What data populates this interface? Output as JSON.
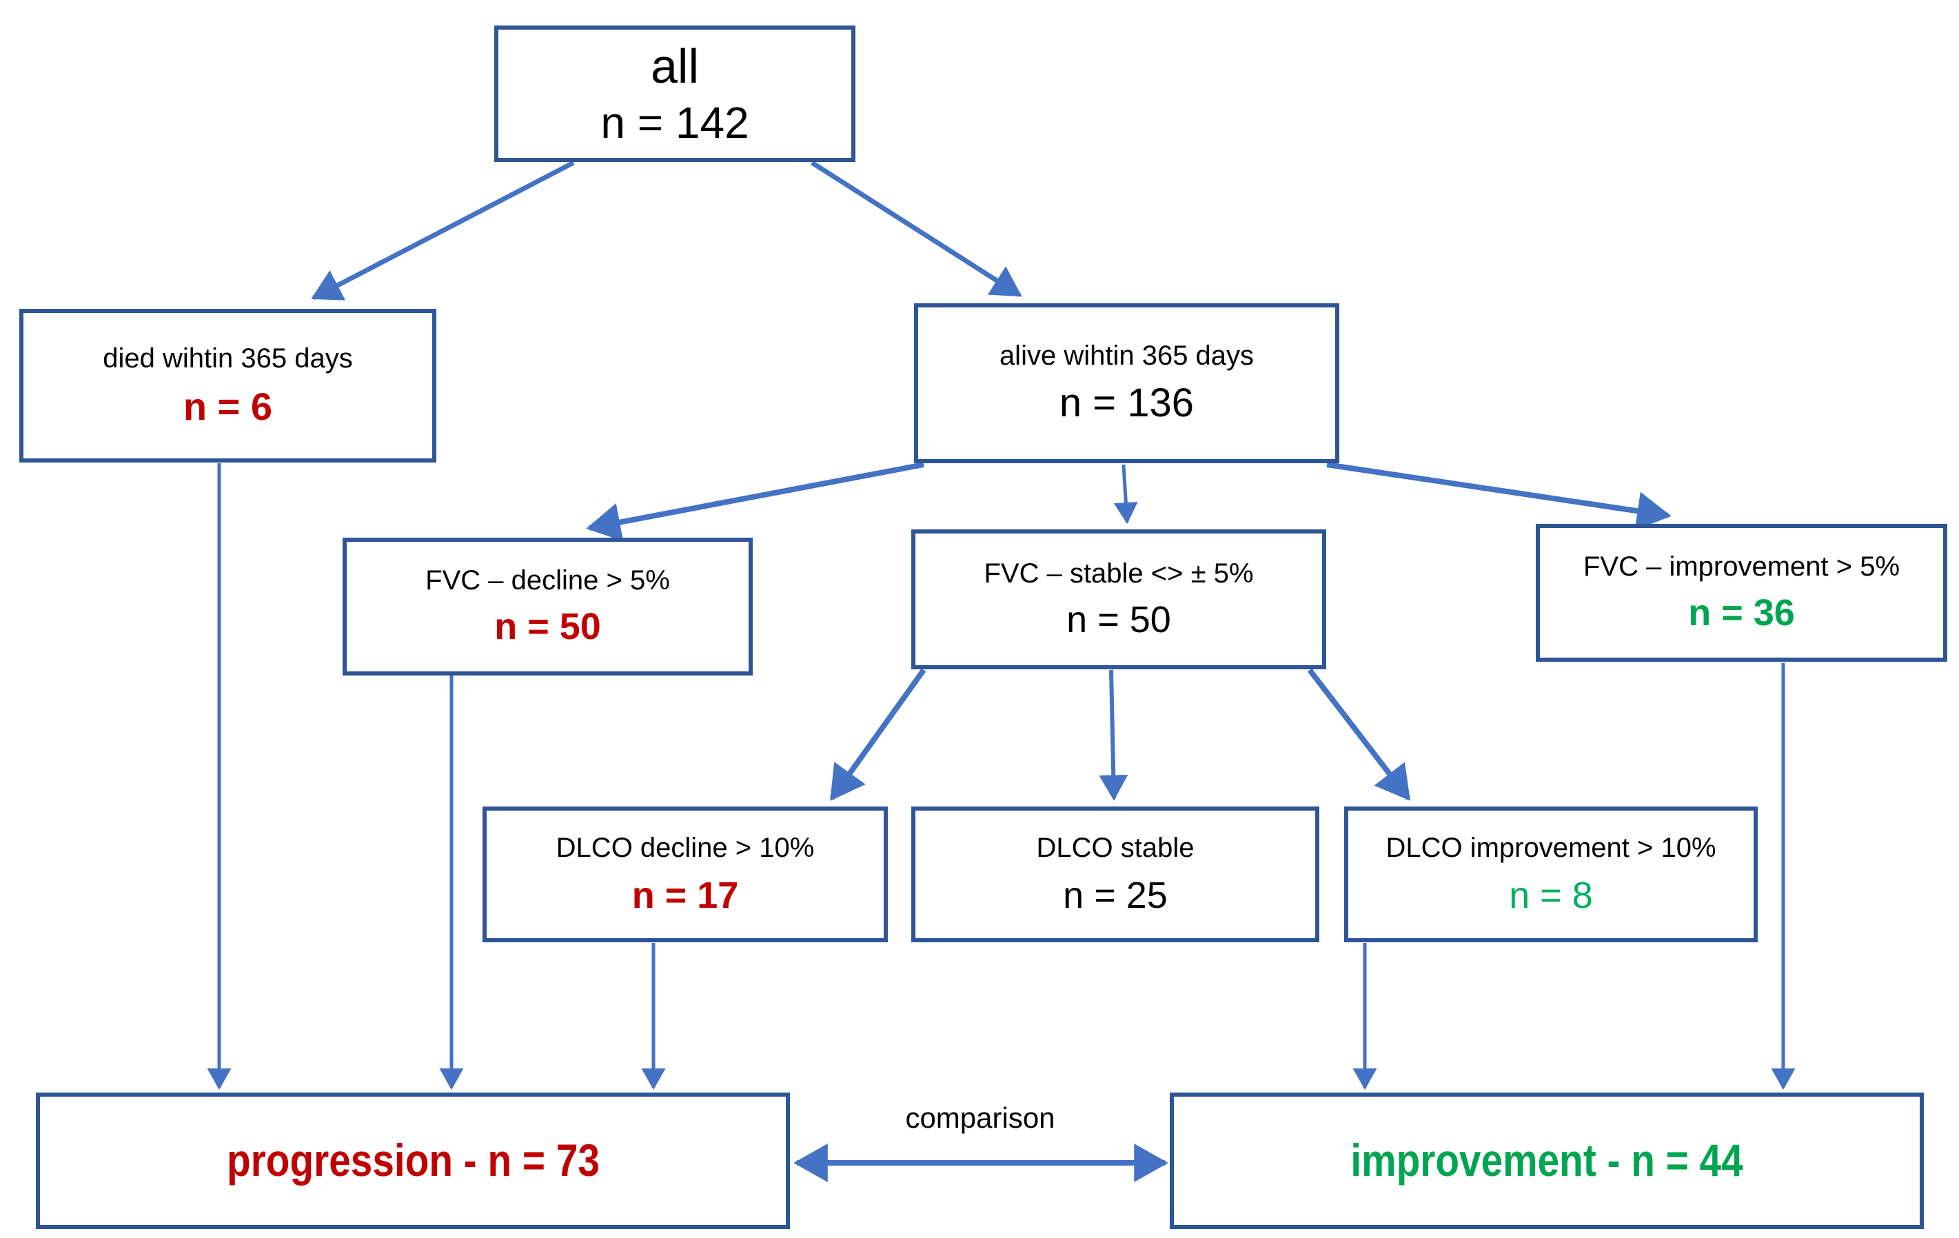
{
  "diagram": {
    "title": "Patient outcome flow diagram",
    "colors": {
      "box_border": "#2E5596",
      "arrow": "#4472C4",
      "red": "#C00000",
      "green": "#00A550",
      "green_light": "#00B060",
      "text": "#000000",
      "background": "#FFFFFF"
    }
  },
  "nodes": {
    "all": {
      "label": "all",
      "count": "n = 142"
    },
    "died": {
      "label": "died wihtin 365 days",
      "count": "n = 6"
    },
    "alive": {
      "label": "alive wihtin 365 days",
      "count": "n = 136"
    },
    "fvc_decline": {
      "label": "FVC – decline > 5%",
      "count": "n = 50"
    },
    "fvc_stable": {
      "label": "FVC – stable <> ± 5%",
      "count": "n = 50"
    },
    "fvc_improvement": {
      "label": "FVC – improvement > 5%",
      "count": "n = 36"
    },
    "dlco_decline": {
      "label": "DLCO decline > 10%",
      "count": "n = 17"
    },
    "dlco_stable": {
      "label": "DLCO stable",
      "count": "n = 25"
    },
    "dlco_improvement": {
      "label": "DLCO improvement > 10%",
      "count": "n = 8"
    },
    "progression": {
      "label": "progression - n = 73"
    },
    "improvement": {
      "label": "improvement - n = 44"
    }
  },
  "edges": {
    "comparison_label": "comparison"
  },
  "chart_data": {
    "type": "diagram",
    "title": "Study cohort flow",
    "nodes": [
      {
        "id": "all",
        "text": "all",
        "value": 142,
        "color": "black"
      },
      {
        "id": "died",
        "text": "died wihtin 365 days",
        "value": 6,
        "color": "red"
      },
      {
        "id": "alive",
        "text": "alive wihtin 365 days",
        "value": 136,
        "color": "black"
      },
      {
        "id": "fvc_decline",
        "text": "FVC – decline > 5%",
        "value": 50,
        "color": "red"
      },
      {
        "id": "fvc_stable",
        "text": "FVC – stable <> ± 5%",
        "value": 50,
        "color": "black"
      },
      {
        "id": "fvc_improvement",
        "text": "FVC – improvement > 5%",
        "value": 36,
        "color": "green"
      },
      {
        "id": "dlco_decline",
        "text": "DLCO decline > 10%",
        "value": 17,
        "color": "red"
      },
      {
        "id": "dlco_stable",
        "text": "DLCO stable",
        "value": 25,
        "color": "black"
      },
      {
        "id": "dlco_improvement",
        "text": "DLCO improvement > 10%",
        "value": 8,
        "color": "green"
      },
      {
        "id": "progression",
        "text": "progression - n = 73",
        "value": 73,
        "color": "red"
      },
      {
        "id": "improvement",
        "text": "improvement - n = 44",
        "value": 44,
        "color": "green"
      }
    ],
    "links": [
      {
        "from": "all",
        "to": "died"
      },
      {
        "from": "all",
        "to": "alive"
      },
      {
        "from": "alive",
        "to": "fvc_decline"
      },
      {
        "from": "alive",
        "to": "fvc_stable"
      },
      {
        "from": "alive",
        "to": "fvc_improvement"
      },
      {
        "from": "fvc_stable",
        "to": "dlco_decline"
      },
      {
        "from": "fvc_stable",
        "to": "dlco_stable"
      },
      {
        "from": "fvc_stable",
        "to": "dlco_improvement"
      },
      {
        "from": "died",
        "to": "progression"
      },
      {
        "from": "fvc_decline",
        "to": "progression"
      },
      {
        "from": "dlco_decline",
        "to": "progression"
      },
      {
        "from": "dlco_improvement",
        "to": "improvement"
      },
      {
        "from": "fvc_improvement",
        "to": "improvement"
      },
      {
        "from": "progression",
        "to": "improvement",
        "label": "comparison",
        "bidirectional": true
      }
    ]
  }
}
